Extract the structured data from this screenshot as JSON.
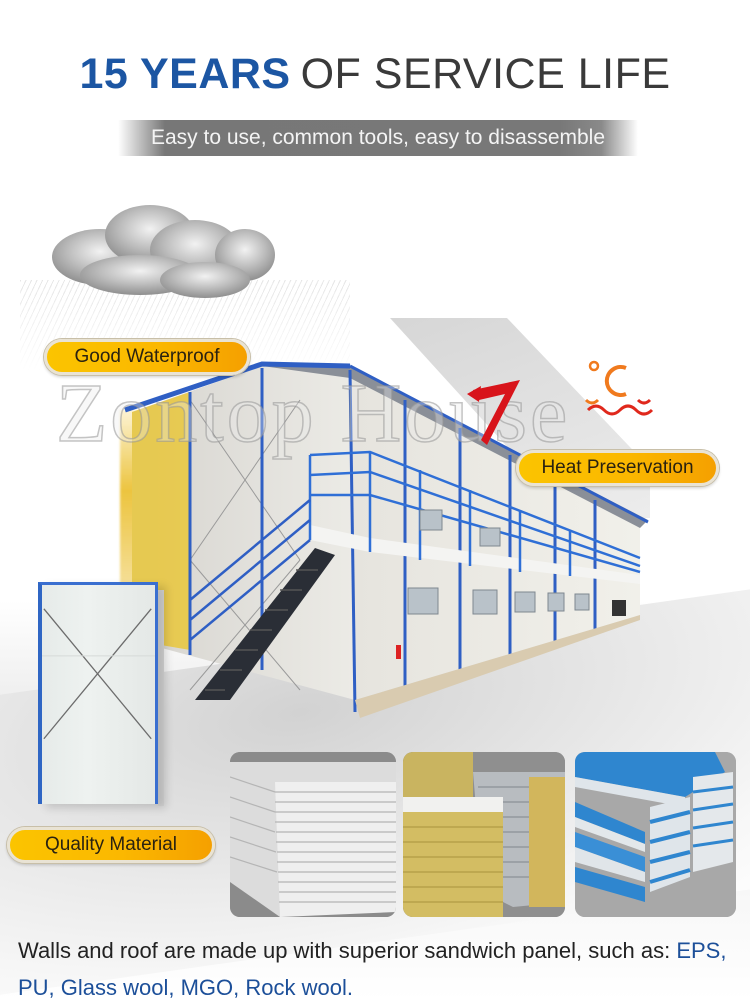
{
  "header": {
    "title_bold": "15 YEARS",
    "title_light": "OF SERVICE LIFE",
    "subtitle": "Easy to use, common tools, easy to disassemble"
  },
  "features": {
    "waterproof": "Good Waterproof",
    "heat": "Heat Preservation",
    "quality": "Quality Material"
  },
  "watermark": "Zontop House",
  "icons": {
    "cloud": "rain-cloud-icon",
    "thermometer": "celsius-heat-icon",
    "arrow": "red-arrow-icon"
  },
  "samples": [
    {
      "name": "EPS sandwich panel",
      "icon": "eps-panel-photo"
    },
    {
      "name": "Rock wool sandwich panel",
      "icon": "rockwool-panel-photo"
    },
    {
      "name": "Roof sandwich panel",
      "icon": "roof-panel-photo"
    }
  ],
  "footer": {
    "text_plain": "Walls and roof are made up with superior sandwich panel, such as: ",
    "text_highlight_1": "EPS,",
    "text_highlight_2": "PU, Glass wool, MGO, Rock wool."
  },
  "colors": {
    "brand_blue": "#1c56a3",
    "badge_yellow": "#fbc400",
    "badge_orange": "#f5a000",
    "heat_orange": "#f07a1e",
    "heat_red": "#e0281c",
    "subtitle_bar": "#777777"
  }
}
